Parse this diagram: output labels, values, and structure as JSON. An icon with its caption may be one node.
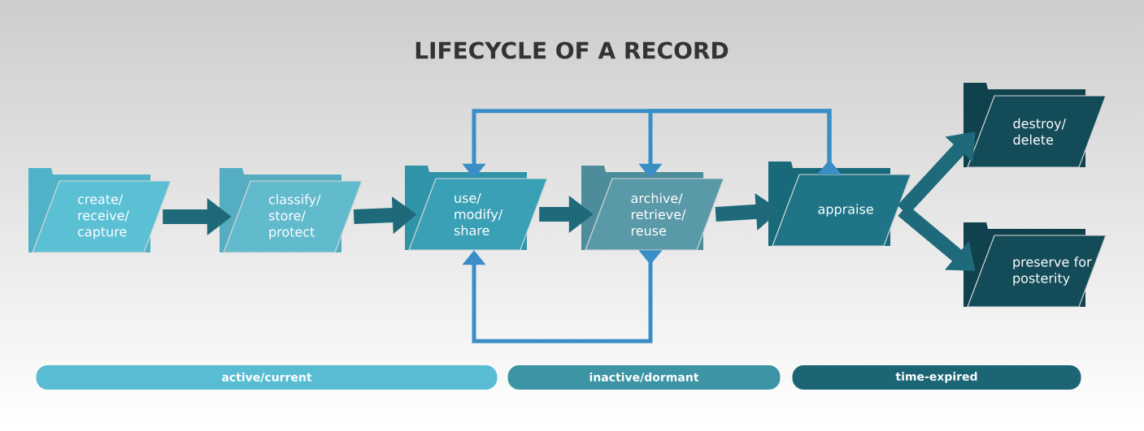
{
  "diagram": {
    "title": "LIFECYCLE OF A RECORD",
    "nodes": [
      {
        "text": [
          "create/ receive/ capture"
        ]
      },
      {
        "text": [
          "classify/ store/ protect"
        ]
      },
      {
        "text": [
          "use/ modify/ share"
        ]
      },
      {
        "text": [
          "archive/ retrieve/ reuse"
        ]
      },
      {
        "text": [
          "appraise"
        ]
      },
      {
        "text": [
          "destroy/ delete"
        ]
      },
      {
        "text": [
          "preserve for posterity"
        ]
      },
      {
        "text": [
          "active/current"
        ]
      },
      {
        "text": [
          "inactive/dormant"
        ]
      },
      {
        "text": [
          "time-expired"
        ]
      }
    ],
    "edges": [
      {
        "from": 0,
        "to": 1,
        "arrow": "to"
      },
      {
        "from": 1,
        "to": 2,
        "arrow": "to"
      },
      {
        "from": 2,
        "to": 3,
        "arrow": "to"
      },
      {
        "from": 3,
        "to": 4,
        "arrow": "to"
      },
      {
        "from": 4,
        "to": 5,
        "arrow": "to"
      },
      {
        "from": 4,
        "to": 6,
        "arrow": "to"
      },
      {
        "from": 4,
        "to": 2,
        "arrow": "to",
        "color": "#3a8ec6"
      },
      {
        "from": 4,
        "to": 3,
        "arrow": "to",
        "color": "#3a8ec6"
      },
      {
        "from": 3,
        "to": 2,
        "arrow": "to",
        "color": "#3a8ec6"
      }
    ]
  }
}
